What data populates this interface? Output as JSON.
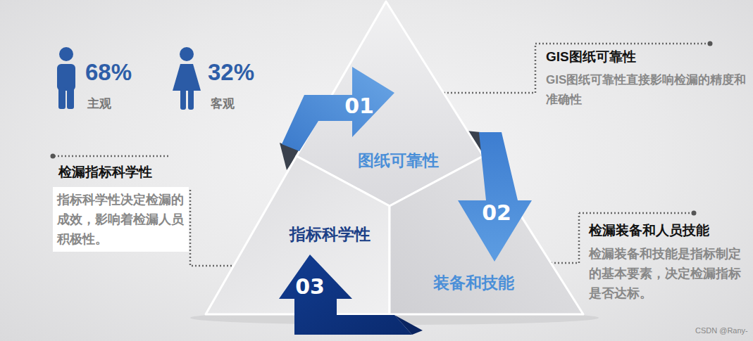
{
  "diagram": {
    "nodes": [
      {
        "text": [
          "图纸可靠性"
        ]
      },
      {
        "text": [
          "指标科学性"
        ]
      },
      {
        "text": [
          "装备和技能"
        ]
      },
      {
        "text": [
          "01"
        ]
      },
      {
        "text": [
          "02"
        ]
      },
      {
        "text": [
          "03"
        ]
      },
      {
        "text": [
          "GIS图纸可靠性",
          "GIS图纸可靠性直接影响检漏的精度和准确性"
        ]
      },
      {
        "text": [
          "检漏装备和人员技能",
          "检漏装备和技能是指标制定的基本要素，决定检漏指标是否达标。"
        ]
      },
      {
        "text": [
          "检漏指标科学性",
          "指标科学性决定检漏的成效，影响着检漏人员积极性。"
        ]
      }
    ],
    "edges": [
      {
        "from": 3,
        "to": 6,
        "arrow": "none"
      },
      {
        "from": 4,
        "to": 7,
        "arrow": "none"
      },
      {
        "from": 8,
        "to": 5,
        "arrow": "none"
      }
    ],
    "labels": [
      "68%",
      "主观",
      "32%",
      "客观",
      "CSDN @Rany-"
    ]
  }
}
